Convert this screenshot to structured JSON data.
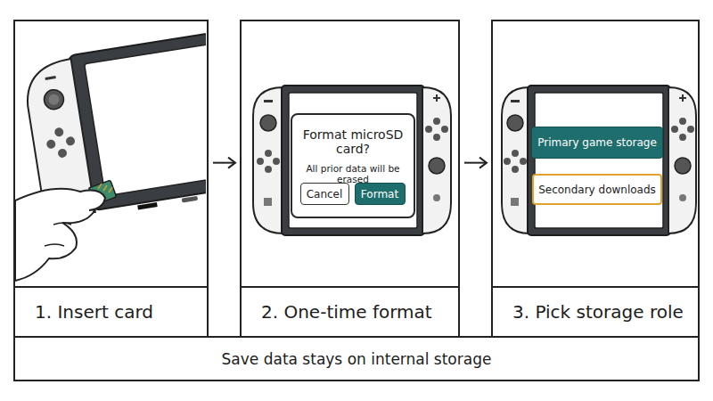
{
  "diagram": {
    "nodes": [
      {
        "text": [
          "1. Insert card"
        ]
      },
      {
        "text": [
          "2. One-time format"
        ]
      },
      {
        "text": [
          "Format microSD card?",
          "All prior data will be erased"
        ],
        "in": 1
      },
      {
        "text": [
          "Cancel"
        ],
        "in": 2
      },
      {
        "text": [
          "Format"
        ],
        "in": 2
      },
      {
        "text": [
          "3. Pick storage role"
        ]
      },
      {
        "text": [
          "Primary game storage"
        ],
        "in": 5
      },
      {
        "text": [
          "Secondary downloads"
        ],
        "in": 5
      },
      {
        "text": [
          "Save data stays on internal storage"
        ]
      }
    ],
    "edges": [
      {
        "from": 0,
        "to": 1,
        "arrow": "to"
      },
      {
        "from": 1,
        "to": 5,
        "arrow": "to"
      }
    ]
  }
}
